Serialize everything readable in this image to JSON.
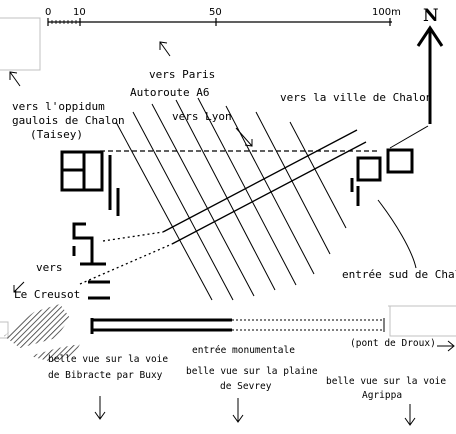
{
  "scale": {
    "ticks": [
      "0",
      "10",
      "50",
      "100m"
    ]
  },
  "north": "N",
  "labels": {
    "vers_paris": "vers Paris",
    "autoroute": "Autoroute A6",
    "vers_lyon": "vers Lyon",
    "vers_ville": "vers la ville de Chalon",
    "oppidum_1": "vers l'oppidum",
    "oppidum_2": "gaulois de Chalon",
    "oppidum_3": "(Taisey)",
    "vers": "vers",
    "le_creusot": "Le Creusot",
    "entree_sud": "entrée sud de Chalon",
    "entree_monumentale": "entrée monumentale",
    "pont_droux": "(pont de Droux)",
    "bibracte_1": "belle vue sur la voie",
    "bibracte_2": "de Bibracte par Buxy",
    "sevrey_1": "belle vue sur la plaine",
    "sevrey_2": "de Sevrey",
    "agrippa_1": "belle vue sur la voie",
    "agrippa_2": "Agrippa"
  },
  "colors": {
    "ink": "#000000",
    "hatch": "#333333",
    "frame": "#c0c0c0"
  }
}
